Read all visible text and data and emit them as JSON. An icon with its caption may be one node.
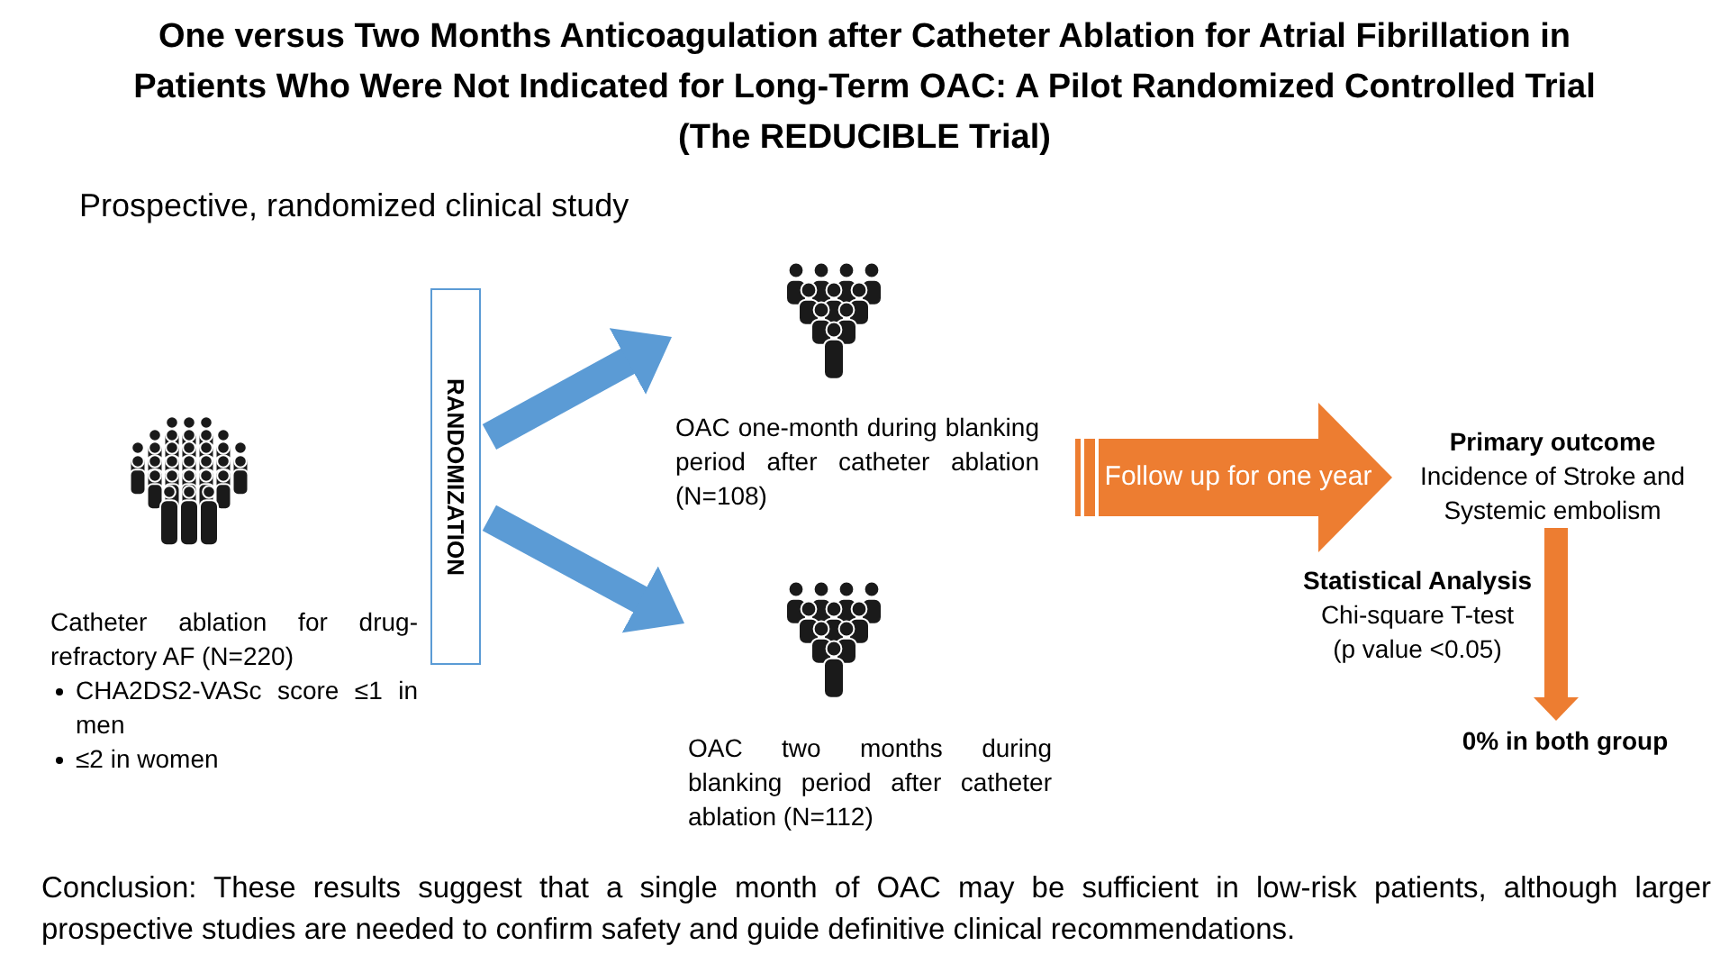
{
  "diagram": {
    "title": "One versus Two Months Anticoagulation after Catheter Ablation for Atrial Fibrillation in Patients Who Were Not Indicated for Long-Term OAC: A Pilot Randomized Controlled Trial (The REDUCIBLE Trial)",
    "nodes": [
      {
        "text": [
          "Catheter ablation for drug-refractory AF (N=220)",
          "CHA2DS2-VASc score ≤1 in men",
          "≤2 in women"
        ]
      },
      {
        "text": [
          "RANDOMIZATION"
        ]
      },
      {
        "text": [
          "OAC one-month during blanking period after catheter ablation (N=108)"
        ]
      },
      {
        "text": [
          "OAC two months during blanking period after catheter ablation (N=112)"
        ]
      },
      {
        "text": [
          "Primary outcome",
          "Incidence of Stroke and Systemic embolism"
        ]
      },
      {
        "text": [
          "Statistical Analysis",
          "Chi-square T-test (p value <0.05)"
        ]
      },
      {
        "text": [
          "0% in both group"
        ]
      }
    ],
    "edges": [
      {
        "from": 1,
        "to": 2,
        "arrow": "to",
        "color": "#5b9bd5"
      },
      {
        "from": 1,
        "to": 3,
        "arrow": "to",
        "color": "#5b9bd5"
      },
      {
        "from": 2,
        "to": 4,
        "arrow": "to",
        "label": "Follow up for one year",
        "color": "#ed7d31"
      },
      {
        "from": 4,
        "to": 6,
        "arrow": "to",
        "color": "#ed7d31"
      }
    ],
    "labels": [
      "Prospective, randomized clinical study",
      "Conclusion: These results suggest that a single month of OAC may be sufficient in low-risk patients, although larger prospective studies are needed to confirm safety and guide definitive clinical recommendations."
    ]
  }
}
